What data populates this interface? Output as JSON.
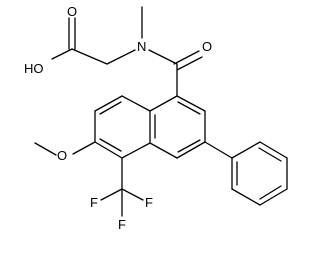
{
  "labels": {
    "hydroxyl": "HO",
    "carbonyl_oxygen_acid": "O",
    "amide_nitrogen": "N",
    "carbonyl_oxygen_amide": "O",
    "methoxy_oxygen": "O",
    "fluorine_left": "F",
    "fluorine_middle": "F",
    "fluorine_right": "F"
  },
  "colors": {
    "bond": "#000000",
    "text": "#000000",
    "background": "#ffffff"
  }
}
